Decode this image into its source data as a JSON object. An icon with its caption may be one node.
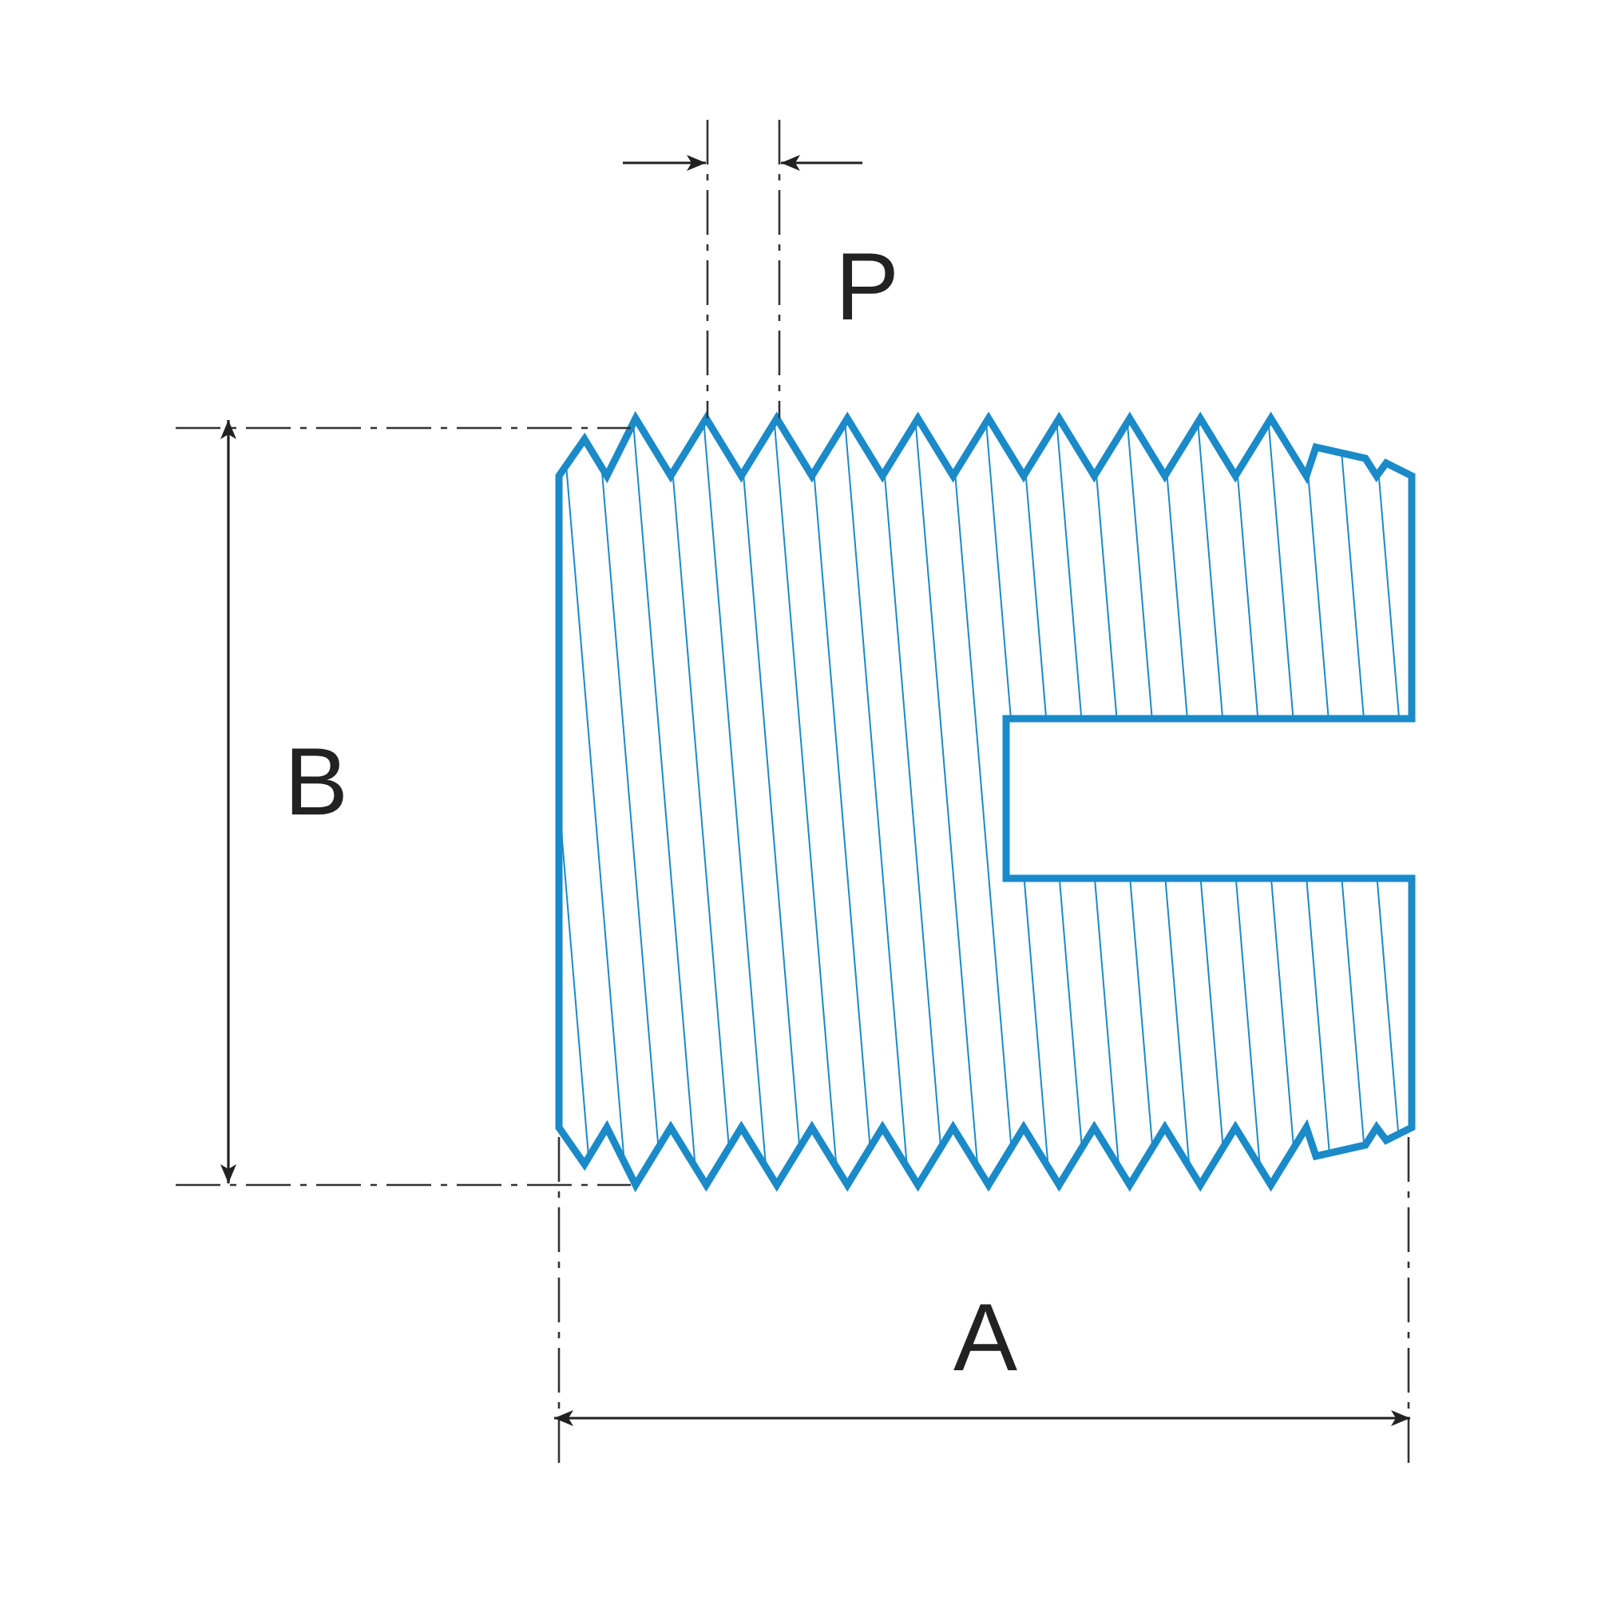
{
  "diagram": {
    "labels": [
      "P",
      "B",
      "A"
    ]
  }
}
